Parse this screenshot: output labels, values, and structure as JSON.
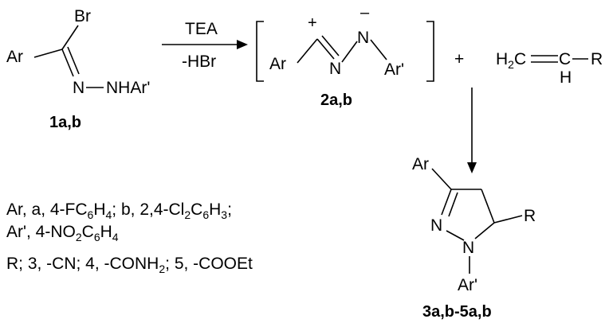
{
  "reactant": {
    "ar": "Ar",
    "br": "Br",
    "nnh_prefix": "N",
    "nnh_suffix": "NHAr'",
    "label": "1a,b"
  },
  "arrow1": {
    "reagent_above": "TEA",
    "reagent_below": "-HBr"
  },
  "intermediate": {
    "ar": "Ar",
    "plus": "+",
    "minus": "–",
    "n1": "N",
    "n2": "N",
    "ar_prime": "Ar'",
    "label": "2a,b"
  },
  "plus_sign": "+",
  "alkene": {
    "h2c_h": "H",
    "h2c_sub": "2",
    "h2c_c": "C",
    "c2": "C",
    "h": "H",
    "r": "R"
  },
  "product": {
    "ar": "Ar",
    "n1": "N",
    "n2": "N",
    "r": "R",
    "ar_prime": "Ar'",
    "label": "3a,b-5a,b"
  },
  "legend": {
    "line1": {
      "t1": "Ar, a, 4-FC",
      "s1": "6",
      "t2": "H",
      "s2": "4",
      "t3": "; b, 2,4-Cl",
      "s3": "2",
      "t4": "C",
      "s4": "6",
      "t5": "H",
      "s5": "3",
      "t6": ";"
    },
    "line2": {
      "t1": "Ar', 4-NO",
      "s1": "2",
      "t2": "C",
      "s2": "6",
      "t3": "H",
      "s3": "4"
    },
    "line3": {
      "t1": "R; 3, -CN; 4, -CONH",
      "s1": "2",
      "t2": "; 5, -COOEt"
    }
  }
}
